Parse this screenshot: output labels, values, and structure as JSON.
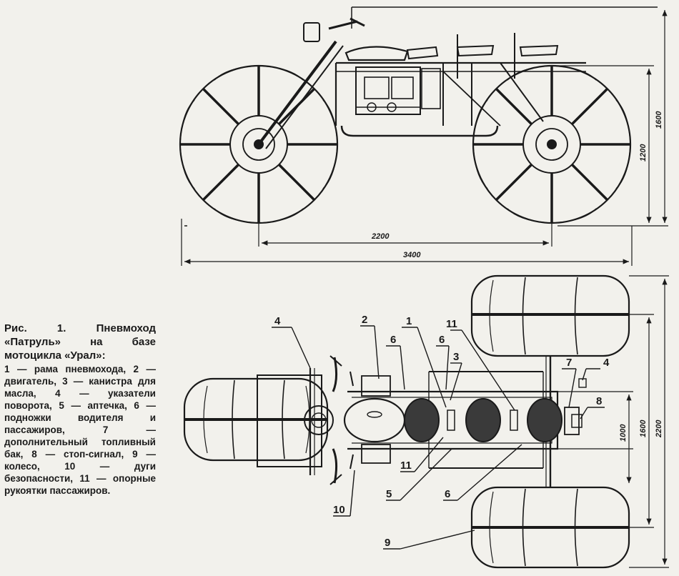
{
  "caption": {
    "title": "Рис. 1. Пневмоход «Патруль» на базе мотоцикла «Урал»:",
    "body": "1 — рама пневмохода, 2 — двигатель, 3 — канистра для масла, 4 — указатели поворота, 5 — аптечка, 6 — подножки водителя и пассажиров, 7 — дополнительный топливный бак, 8 — стоп-сигнал, 9 — колесо, 10 — дуги безопасности, 11 — опорные рукоятки пассажиров."
  },
  "side_view_dims": {
    "wheelbase": "2200",
    "length": "3400",
    "height_1200": "1200",
    "height_1600": "1600"
  },
  "top_view_dims": {
    "width_1000": "1000",
    "width_1600": "1600",
    "width_2200": "2200"
  },
  "callouts": {
    "c1": "1",
    "c2": "2",
    "c3": "3",
    "c4a": "4",
    "c4b": "4",
    "c5": "5",
    "c6a": "6",
    "c6b": "6",
    "c6c": "6",
    "c7": "7",
    "c8": "8",
    "c9": "9",
    "c10": "10",
    "c11a": "11",
    "c11b": "11"
  }
}
